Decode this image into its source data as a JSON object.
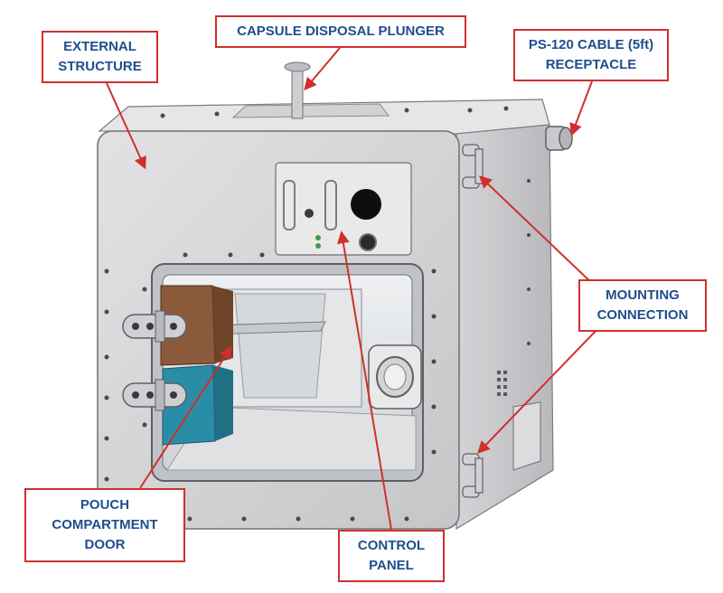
{
  "labels": {
    "external_structure": "EXTERNAL\nSTRUCTURE",
    "capsule_disposal_plunger": "CAPSULE DISPOSAL PLUNGER",
    "cable_receptacle": "PS-120 CABLE (5ft)\nRECEPTACLE",
    "mounting_connection": "MOUNTING\nCONNECTION",
    "pouch_compartment_door": "POUCH\nCOMPARTMENT\nDOOR",
    "control_panel": "CONTROL\nPANEL"
  },
  "colors": {
    "callout_border": "#d0302c",
    "callout_text": "#1f4e8c",
    "arrow": "#d0302c",
    "housing_front": "#d7d7d9",
    "housing_side": "#c9c9cc",
    "housing_top": "#e4e4e6",
    "brown_block": "#8a5a3b",
    "teal_block": "#2a8da8"
  }
}
